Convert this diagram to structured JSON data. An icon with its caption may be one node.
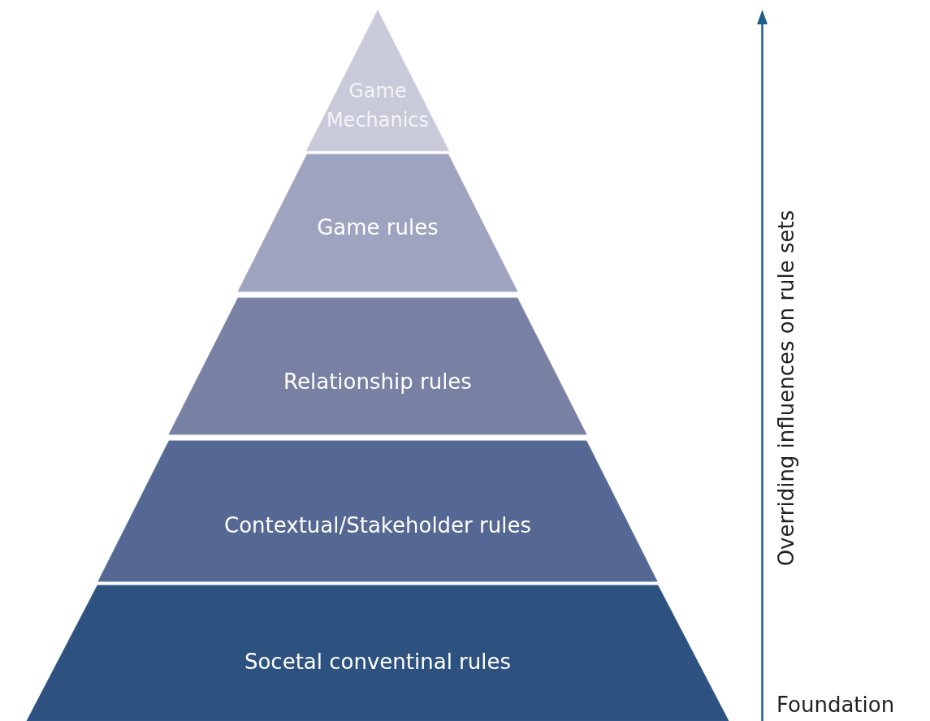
{
  "diagram": {
    "nodes": [
      {
        "text": [
          "Game Mechanics"
        ]
      },
      {
        "text": [
          "Game rules"
        ]
      },
      {
        "text": [
          "Relationship rules"
        ]
      },
      {
        "text": [
          "Contextual/Stakeholder rules"
        ]
      },
      {
        "text": [
          "Socetal conventinal rules"
        ]
      }
    ],
    "labels": [
      "Overriding influences on rule sets",
      "Foundation"
    ]
  }
}
